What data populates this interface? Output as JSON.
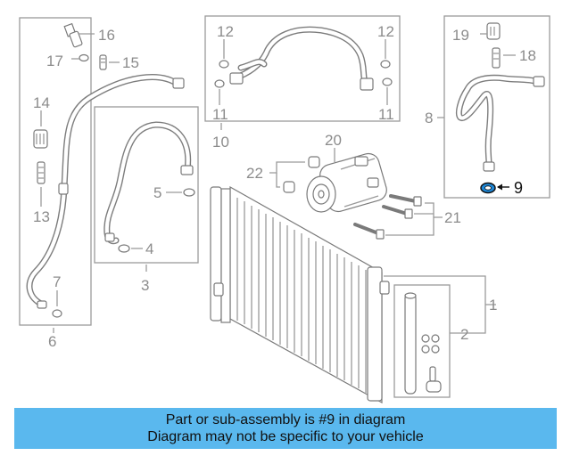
{
  "callouts": {
    "c1": "1",
    "c2": "2",
    "c3": "3",
    "c4": "4",
    "c5": "5",
    "c6": "6",
    "c7": "7",
    "c8": "8",
    "c9": "9",
    "c10": "10",
    "c11a": "11",
    "c11b": "11",
    "c12a": "12",
    "c12b": "12",
    "c13": "13",
    "c14": "14",
    "c15": "15",
    "c16": "16",
    "c17": "17",
    "c18": "18",
    "c19": "19",
    "c20": "20",
    "c21": "21",
    "c22": "22"
  },
  "highlighted_part": "9",
  "banner": {
    "line1": "Part or sub-assembly is #9 in diagram",
    "line2": "Diagram may not be specific to your vehicle"
  },
  "colors": {
    "banner": "#5ab8ee",
    "highlight_ring": "#1e88d8",
    "linework": "#8c8c8c"
  }
}
